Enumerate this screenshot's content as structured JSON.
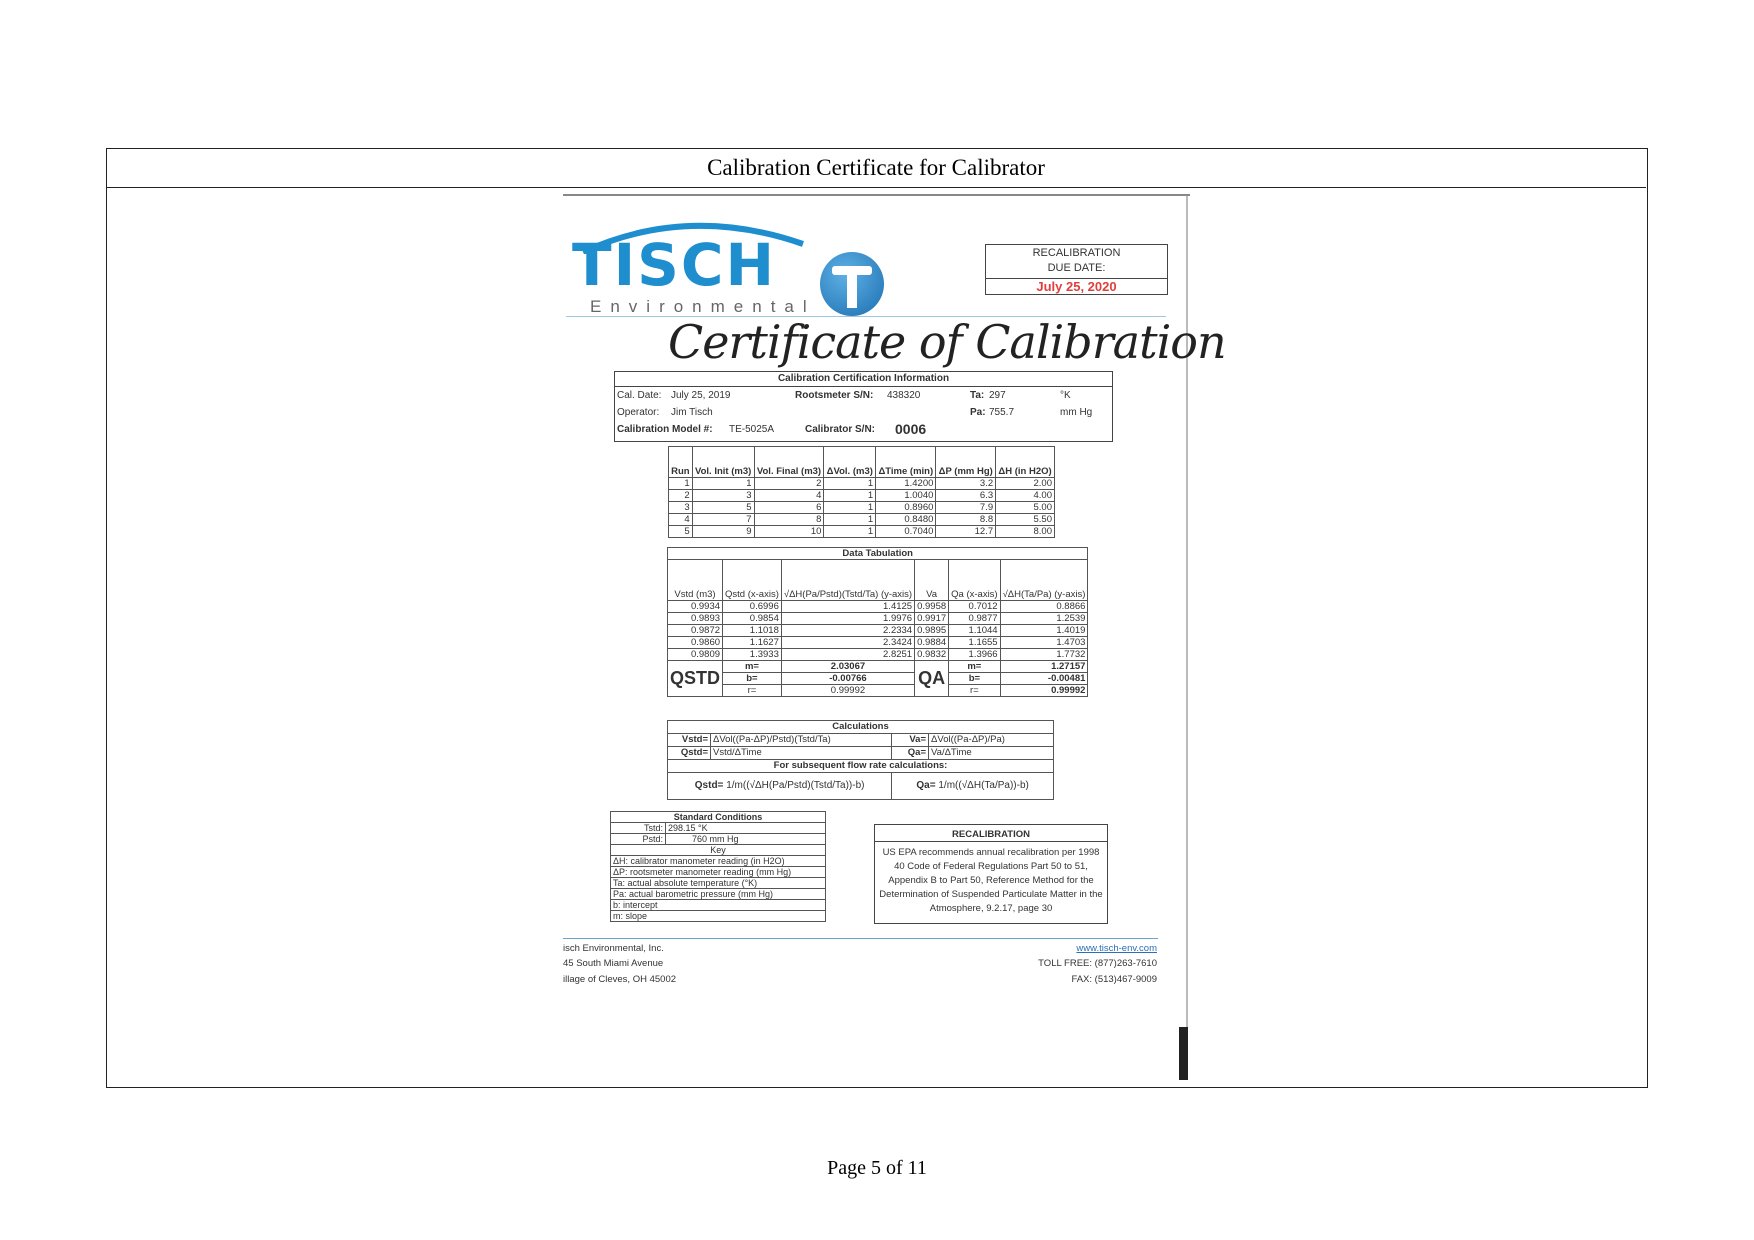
{
  "page": {
    "title": "Calibration Certificate for Calibrator",
    "page_label": "Page 5 of 11"
  },
  "logo": {
    "name": "TISCH",
    "sub": "Environmental"
  },
  "recal_box": {
    "label1": "RECALIBRATION",
    "label2": "DUE DATE:",
    "date": "July 25, 2020"
  },
  "certificate_title": "Certificate of Calibration",
  "info": {
    "heading": "Calibration Certification Information",
    "cal_date_label": "Cal. Date:",
    "cal_date": "July 25, 2019",
    "rootsmeter_label": "Rootsmeter S/N:",
    "rootsmeter": "438320",
    "ta_label": "Ta:",
    "ta": "297",
    "ta_unit": "°K",
    "operator_label": "Operator:",
    "operator": "Jim Tisch",
    "pa_label": "Pa:",
    "pa": "755.7",
    "pa_unit": "mm Hg",
    "model_label": "Calibration Model #:",
    "model": "TE-5025A",
    "calibrator_label": "Calibrator S/N:",
    "calibrator": "0006"
  },
  "runs": {
    "headers": [
      "Run",
      "Vol. Init (m3)",
      "Vol. Final (m3)",
      "ΔVol. (m3)",
      "ΔTime (min)",
      "ΔP (mm Hg)",
      "ΔH (in H2O)"
    ],
    "rows": [
      [
        "1",
        "1",
        "2",
        "1",
        "1.4200",
        "3.2",
        "2.00"
      ],
      [
        "2",
        "3",
        "4",
        "1",
        "1.0040",
        "6.3",
        "4.00"
      ],
      [
        "3",
        "5",
        "6",
        "1",
        "0.8960",
        "7.9",
        "5.00"
      ],
      [
        "4",
        "7",
        "8",
        "1",
        "0.8480",
        "8.8",
        "5.50"
      ],
      [
        "5",
        "9",
        "10",
        "1",
        "0.7040",
        "12.7",
        "8.00"
      ]
    ]
  },
  "tabulation": {
    "heading": "Data Tabulation",
    "headers": [
      "Vstd (m3)",
      "Qstd (x-axis)",
      "√ΔH(Pa/Pstd)(Tstd/Ta) (y-axis)",
      "Va",
      "Qa (x-axis)",
      "√ΔH(Ta/Pa) (y-axis)"
    ],
    "rows": [
      [
        "0.9934",
        "0.6996",
        "1.4125",
        "0.9958",
        "0.7012",
        "0.8866"
      ],
      [
        "0.9893",
        "0.9854",
        "1.9976",
        "0.9917",
        "0.9877",
        "1.2539"
      ],
      [
        "0.9872",
        "1.1018",
        "2.2334",
        "0.9895",
        "1.1044",
        "1.4019"
      ],
      [
        "0.9860",
        "1.1627",
        "2.3424",
        "0.9884",
        "1.1655",
        "1.4703"
      ],
      [
        "0.9809",
        "1.3933",
        "2.8251",
        "0.9832",
        "1.3966",
        "1.7732"
      ]
    ],
    "qstd": {
      "label": "QSTD",
      "m_label": "m=",
      "m": "2.03067",
      "b_label": "b=",
      "b": "-0.00766",
      "r_label": "r=",
      "r": "0.99992"
    },
    "qa": {
      "label": "QA",
      "m_label": "m=",
      "m": "1.27157",
      "b_label": "b=",
      "b": "-0.00481",
      "r_label": "r=",
      "r": "0.99992"
    }
  },
  "calculations": {
    "heading": "Calculations",
    "vstd_label": "Vstd=",
    "vstd": "ΔVol((Pa-ΔP)/Pstd)(Tstd/Ta)",
    "va_label": "Va=",
    "va": "ΔVol((Pa-ΔP)/Pa)",
    "qstd_label": "Qstd=",
    "qstd": "Vstd/ΔTime",
    "qa_label": "Qa=",
    "qa": "Va/ΔTime",
    "subsequent": "For subsequent flow rate calculations:",
    "qstd_formula_label": "Qstd=",
    "qstd_formula": "1/m((√ΔH(Pa/Pstd)(Tstd/Ta))-b)",
    "qa_formula_label": "Qa=",
    "qa_formula": "1/m((√ΔH(Ta/Pa))-b)"
  },
  "standard": {
    "heading": "Standard Conditions",
    "tstd_label": "Tstd:",
    "tstd": "298.15 °K",
    "pstd_label": "Pstd:",
    "pstd": "760 mm Hg",
    "key_heading": "Key",
    "keys": [
      "ΔH: calibrator manometer reading (in H2O)",
      "ΔP: rootsmeter manometer reading (mm Hg)",
      "Ta: actual absolute temperature (°K)",
      "Pa: actual barometric pressure (mm Hg)",
      "b: intercept",
      "m: slope"
    ]
  },
  "recalibration": {
    "heading": "RECALIBRATION",
    "text": "US EPA recommends annual recalibration per 1998 40 Code of Federal Regulations Part 50 to 51, Appendix B to Part 50, Reference Method for the Determination of Suspended Particulate Matter in the Atmosphere, 9.2.17, page 30"
  },
  "footer": {
    "company": "isch Environmental, Inc.",
    "street": "45 South Miami Avenue",
    "city": "illage of Cleves, OH 45002",
    "website": "www.tisch-env.com",
    "toll_free": "TOLL FREE: (877)263-7610",
    "fax": "FAX: (513)467-9009"
  }
}
